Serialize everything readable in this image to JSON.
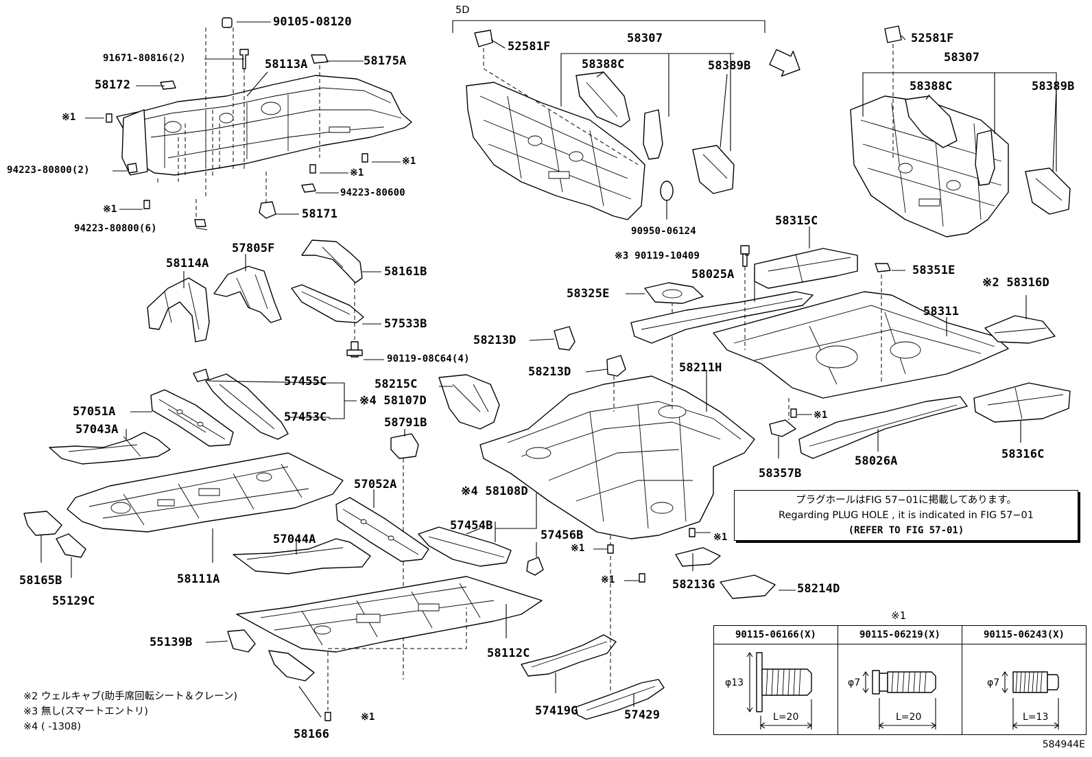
{
  "fig_code": "584944E",
  "group_label": "5D",
  "parts": {
    "p90105_08120": "90105-08120",
    "p91671_80816": "91671-80816(2)",
    "p58113A": "58113A",
    "p58175A": "58175A",
    "p58172": "58172",
    "p_x1_a": "※1",
    "p_x1_b": "※1",
    "p_x1_c": "※1",
    "p_x1_d": "※1",
    "p94223_80800_2": "94223-80800(2)",
    "p94223_80600": "94223-80600",
    "p94223_80800_6": "94223-80800(6)",
    "p58171": "58171",
    "p58114A": "58114A",
    "p57805F": "57805F",
    "p58161B": "58161B",
    "p57533B": "57533B",
    "p90119_08C64": "90119-08C64(4)",
    "p57455C": "57455C",
    "p58107D": "※4 58107D",
    "p57453C": "57453C",
    "p58215C": "58215C",
    "p57051A": "57051A",
    "p57043A": "57043A",
    "p58791B": "58791B",
    "p57052A": "57052A",
    "p58108D": "※4 58108D",
    "p57454B": "57454B",
    "p57456B": "57456B",
    "p57044A": "57044A",
    "p58165B": "58165B",
    "p55129C": "55129C",
    "p58111A": "58111A",
    "p55139B": "55139B",
    "p58112C": "58112C",
    "p58166": "58166",
    "p_x1_e": "※1",
    "p57419G": "57419G",
    "p57429": "57429",
    "p_x1_f": "※1",
    "p_x1_g": "※1",
    "p58213G": "58213G",
    "p58214D": "58214D",
    "p_x1_h": "※1",
    "p52581F_a": "52581F",
    "p58307_a": "58307",
    "p58388C_a": "58388C",
    "p58389B_a": "58389B",
    "p90950_06124": "90950-06124",
    "p52581F_b": "52581F",
    "p58307_b": "58307",
    "p58388C_b": "58388C",
    "p58389B_b": "58389B",
    "p90119_10409": "※3 90119-10409",
    "p58315C": "58315C",
    "p58025A": "58025A",
    "p58351E": "58351E",
    "p58325E": "58325E",
    "p58316D": "※2 58316D",
    "p58311": "58311",
    "p58213D_a": "58213D",
    "p58213D_b": "58213D",
    "p58211H": "58211H",
    "p_x1_i": "※1",
    "p58357B": "58357B",
    "p58026A": "58026A",
    "p58316C": "58316C"
  },
  "notice": {
    "line1": "プラグホールはFIG 57−01に掲載してあります。",
    "line2": "Regarding  PLUG  HOLE , it is indicated in FIG  57−01",
    "line3": "(REFER TO FIG 57-01)"
  },
  "footnotes": {
    "n2": "※2 ウェルキャブ(助手席回転シート＆クレーン)",
    "n3": "※3 無し(スマートエントリ)",
    "n4": "※4 (       -1308)"
  },
  "fastener_table": {
    "title": "※1",
    "columns": [
      {
        "part": "90115-06166(X)",
        "diameter": "φ13",
        "length": "L=20"
      },
      {
        "part": "90115-06219(X)",
        "diameter": "φ7",
        "length": "L=20"
      },
      {
        "part": "90115-06243(X)",
        "diameter": "φ7",
        "length": "L=13"
      }
    ]
  }
}
